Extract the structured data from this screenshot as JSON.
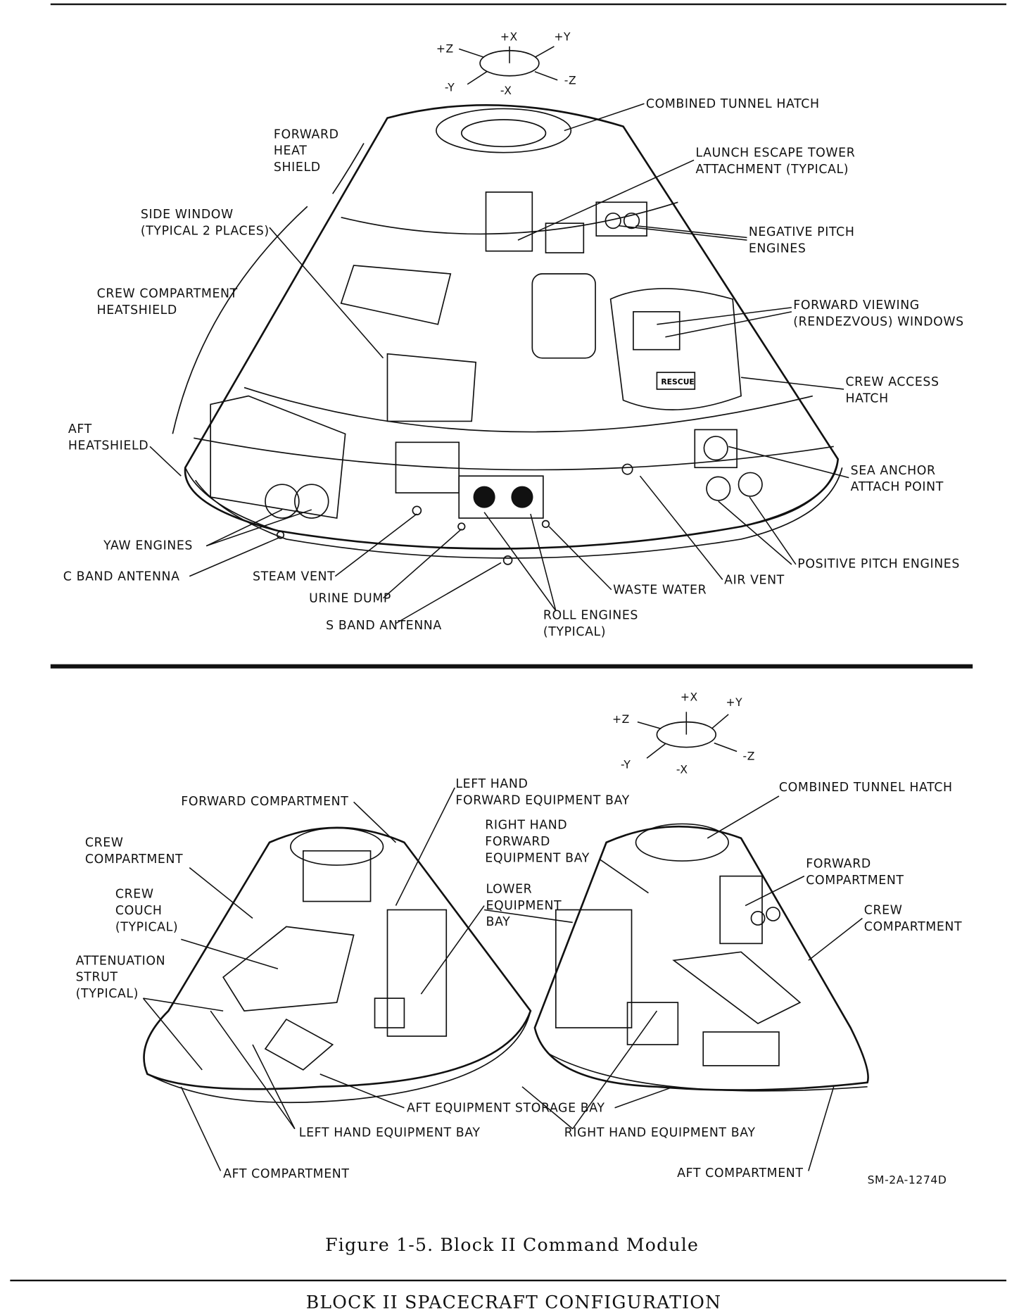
{
  "top_view": {
    "axes": [
      "+Z",
      "+X",
      "+Y",
      "-Y",
      "-X",
      "-Z"
    ],
    "labels": [
      [
        "COMBINED TUNNEL HATCH"
      ],
      [
        "LAUNCH ESCAPE TOWER",
        "ATTACHMENT (TYPICAL)"
      ],
      [
        "NEGATIVE PITCH",
        "ENGINES"
      ],
      [
        "FORWARD VIEWING",
        "(RENDEZVOUS) WINDOWS"
      ],
      [
        "CREW ACCESS",
        "HATCH"
      ],
      [
        "SEA ANCHOR",
        "ATTACH POINT"
      ],
      [
        "POSITIVE PITCH ENGINES"
      ],
      [
        "AIR VENT"
      ],
      [
        "WASTE WATER"
      ],
      [
        "ROLL ENGINES",
        "(TYPICAL)"
      ],
      [
        "S BAND ANTENNA"
      ],
      [
        "URINE DUMP"
      ],
      [
        "STEAM VENT"
      ],
      [
        "C BAND ANTENNA"
      ],
      [
        "YAW ENGINES"
      ],
      [
        "AFT",
        "HEATSHIELD"
      ],
      [
        "CREW COMPARTMENT",
        "HEATSHIELD"
      ],
      [
        "SIDE WINDOW",
        "(TYPICAL 2 PLACES)"
      ],
      [
        "FORWARD",
        "HEAT",
        "SHIELD"
      ]
    ],
    "hatch_placard": "RESCUE"
  },
  "bottom_view": {
    "axes": [
      "+X",
      "+Y",
      "+Z",
      "-Y",
      "-X",
      "-Z"
    ],
    "labels": [
      [
        "FORWARD COMPARTMENT"
      ],
      [
        "LEFT HAND",
        "FORWARD EQUIPMENT BAY"
      ],
      [
        "COMBINED TUNNEL HATCH"
      ],
      [
        "CREW",
        "COMPARTMENT"
      ],
      [
        "RIGHT HAND",
        "FORWARD",
        "EQUIPMENT BAY"
      ],
      [
        "FORWARD",
        "COMPARTMENT"
      ],
      [
        "LOWER",
        "EQUIPMENT",
        "BAY"
      ],
      [
        "CREW",
        "COUCH",
        "(TYPICAL)"
      ],
      [
        "CREW",
        "COMPARTMENT"
      ],
      [
        "ATTENUATION",
        "STRUT",
        "(TYPICAL)"
      ],
      [
        "AFT EQUIPMENT STORAGE BAY"
      ],
      [
        "LEFT HAND EQUIPMENT BAY"
      ],
      [
        "RIGHT HAND EQUIPMENT BAY"
      ],
      [
        "AFT COMPARTMENT"
      ],
      [
        "AFT COMPARTMENT"
      ]
    ],
    "drawing_number": "SM-2A-1274D"
  },
  "caption": "Figure 1-5.   Block II Command Module",
  "footer": "BLOCK II SPACECRAFT CONFIGURATION"
}
